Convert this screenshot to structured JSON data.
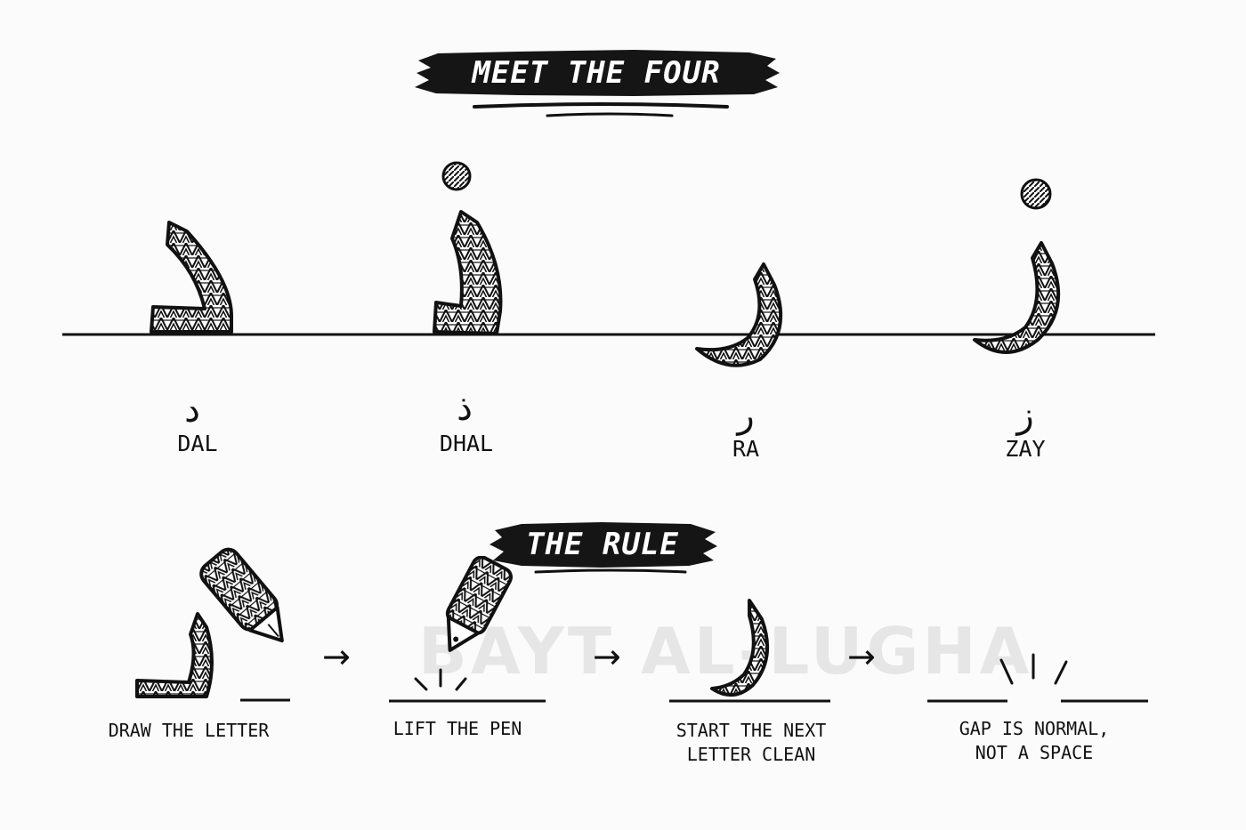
{
  "watermark": "BAYT AL-LUGHA",
  "section1": {
    "title": "MEET THE FOUR"
  },
  "letters": [
    {
      "arabic": "د",
      "name": "DAL"
    },
    {
      "arabic": "ذ",
      "name": "DHAL"
    },
    {
      "arabic": "ر",
      "name": "RA"
    },
    {
      "arabic": "ز",
      "name": "ZAY"
    }
  ],
  "section2": {
    "title": "THE RULE"
  },
  "steps": [
    {
      "line1": "DRAW THE LETTER",
      "line2": ""
    },
    {
      "line1": "LIFT THE PEN",
      "line2": ""
    },
    {
      "line1": "START THE NEXT",
      "line2": "LETTER CLEAN"
    },
    {
      "line1": "GAP IS NORMAL,",
      "line2": "NOT A SPACE"
    }
  ],
  "arrow_glyph": "→",
  "colors": {
    "ink": "#111111",
    "banner": "#151515",
    "background": "#fbfbfb"
  }
}
